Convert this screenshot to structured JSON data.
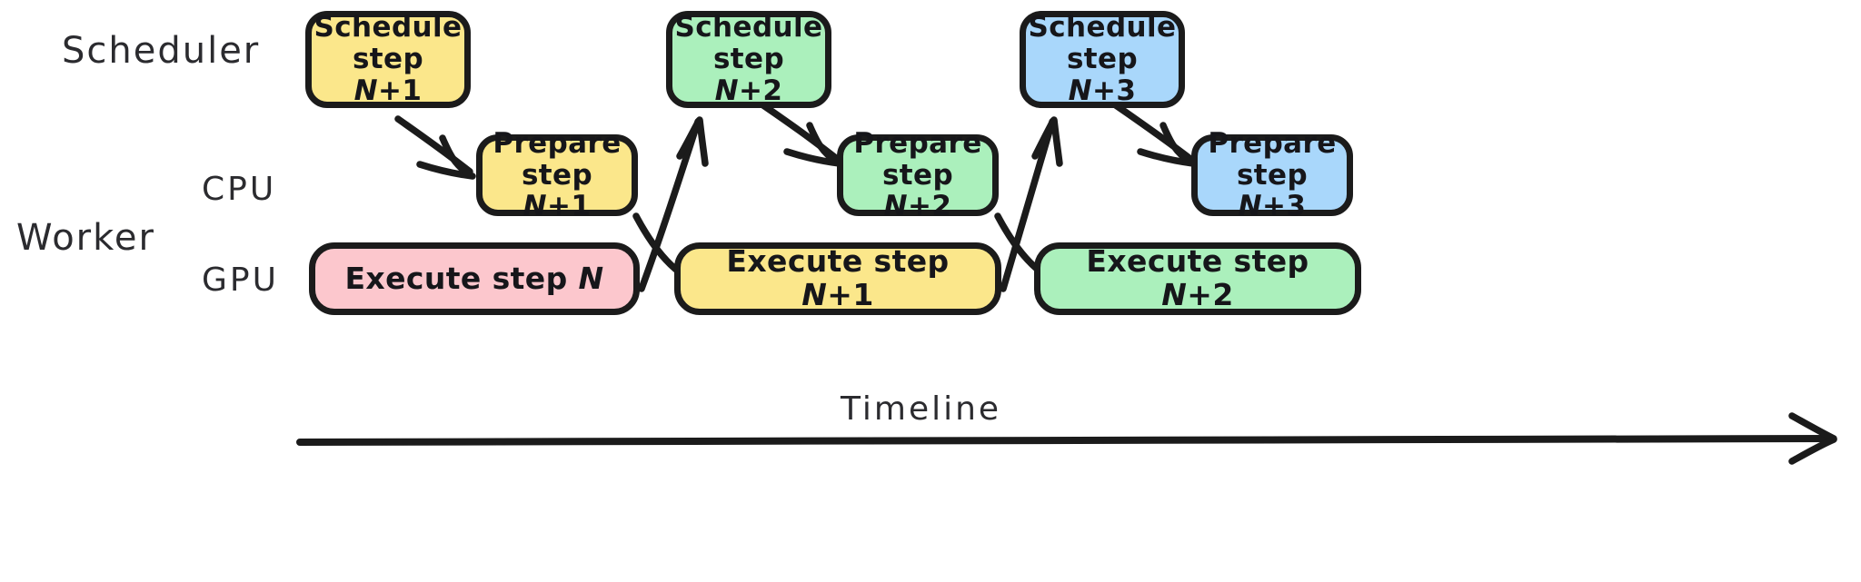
{
  "diagram": {
    "title_semantics": "scheduler-worker-pipelining-timeline",
    "background_color": "#ffffff",
    "stroke_color": "#1b1b1b",
    "text_color": "#16161a",
    "label_color": "#2b2b2f",
    "palette": {
      "yellow": "#FBE78B",
      "green": "#ABF0BC",
      "blue": "#A9D7FB",
      "pink": "#FCC7CD"
    }
  },
  "labels": {
    "scheduler": "Scheduler",
    "worker": "Worker",
    "cpu": "CPU",
    "gpu": "GPU",
    "timeline": "Timeline"
  },
  "rows": {
    "scheduler": {
      "name": "Scheduler",
      "boxes": [
        {
          "id": "schedule-n1",
          "line1": "Schedule",
          "line2_prefix": "step ",
          "line2_italic": "N",
          "line2_suffix": "+1",
          "color": "yellow"
        },
        {
          "id": "schedule-n2",
          "line1": "Schedule",
          "line2_prefix": "step ",
          "line2_italic": "N",
          "line2_suffix": "+2",
          "color": "green"
        },
        {
          "id": "schedule-n3",
          "line1": "Schedule",
          "line2_prefix": "step ",
          "line2_italic": "N",
          "line2_suffix": "+3",
          "color": "blue"
        }
      ]
    },
    "cpu": {
      "name": "CPU",
      "boxes": [
        {
          "id": "prepare-n1",
          "line1": "Prepare",
          "line2_prefix": "step ",
          "line2_italic": "N",
          "line2_suffix": "+1",
          "color": "yellow"
        },
        {
          "id": "prepare-n2",
          "line1": "Prepare",
          "line2_prefix": "step ",
          "line2_italic": "N",
          "line2_suffix": "+2",
          "color": "green"
        },
        {
          "id": "prepare-n3",
          "line1": "Prepare",
          "line2_prefix": "step ",
          "line2_italic": "N",
          "line2_suffix": "+3",
          "color": "blue"
        }
      ]
    },
    "gpu": {
      "name": "GPU",
      "boxes": [
        {
          "id": "execute-n",
          "prefix": "Execute step ",
          "italic": "N",
          "suffix": "",
          "color": "pink"
        },
        {
          "id": "execute-n1",
          "prefix": "Execute step ",
          "italic": "N",
          "suffix": "+1",
          "color": "yellow"
        },
        {
          "id": "execute-n2",
          "prefix": "Execute step ",
          "italic": "N",
          "suffix": "+2",
          "color": "green"
        }
      ]
    }
  },
  "arrows": [
    {
      "id": "schedule-n1-to-prepare-n1",
      "from": "schedule-n1",
      "to": "prepare-n1",
      "direction": "down-right"
    },
    {
      "id": "execute-n-to-schedule-n2",
      "from": "execute-n",
      "to": "schedule-n2",
      "direction": "up-right"
    },
    {
      "id": "schedule-n2-to-prepare-n2",
      "from": "schedule-n2",
      "to": "prepare-n2",
      "direction": "down-right"
    },
    {
      "id": "execute-n1-to-schedule-n3",
      "from": "execute-n1",
      "to": "schedule-n3",
      "direction": "up-right"
    },
    {
      "id": "schedule-n3-to-prepare-n3",
      "from": "schedule-n3",
      "to": "prepare-n3",
      "direction": "down-right"
    },
    {
      "id": "prepare-n1-to-execute-n1",
      "from": "prepare-n1",
      "to": "execute-n1",
      "direction": "down-right"
    },
    {
      "id": "prepare-n2-to-execute-n2",
      "from": "prepare-n2",
      "to": "execute-n2",
      "direction": "down-right"
    }
  ],
  "timeline_axis": {
    "label": "Timeline",
    "arrow_direction": "right"
  }
}
